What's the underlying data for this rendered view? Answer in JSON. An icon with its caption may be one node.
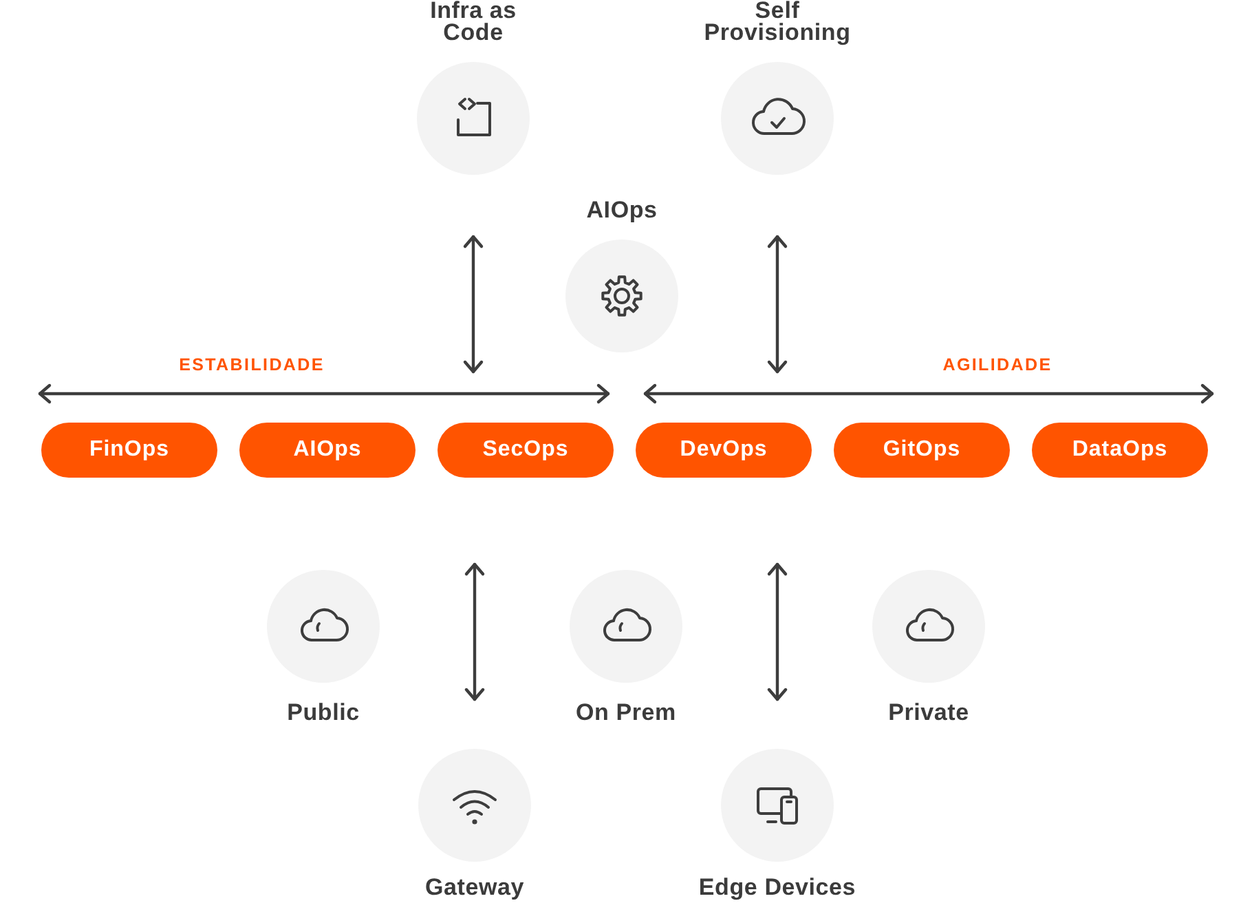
{
  "diagram": {
    "nodes": [
      {
        "text": [
          "Infra as Code"
        ]
      },
      {
        "text": [
          "Self Provisioning"
        ]
      },
      {
        "text": [
          "AIOps"
        ]
      },
      {
        "text": [
          "FinOps"
        ]
      },
      {
        "text": [
          "AIOps"
        ]
      },
      {
        "text": [
          "SecOps"
        ]
      },
      {
        "text": [
          "DevOps"
        ]
      },
      {
        "text": [
          "GitOps"
        ]
      },
      {
        "text": [
          "DataOps"
        ]
      },
      {
        "text": [
          "Public"
        ]
      },
      {
        "text": [
          "On Prem"
        ]
      },
      {
        "text": [
          "Private"
        ]
      },
      {
        "text": [
          "Gateway"
        ]
      },
      {
        "text": [
          "Edge Devices"
        ]
      }
    ],
    "labels": [
      "ESTABILIDADE",
      "AGILIDADE"
    ]
  }
}
